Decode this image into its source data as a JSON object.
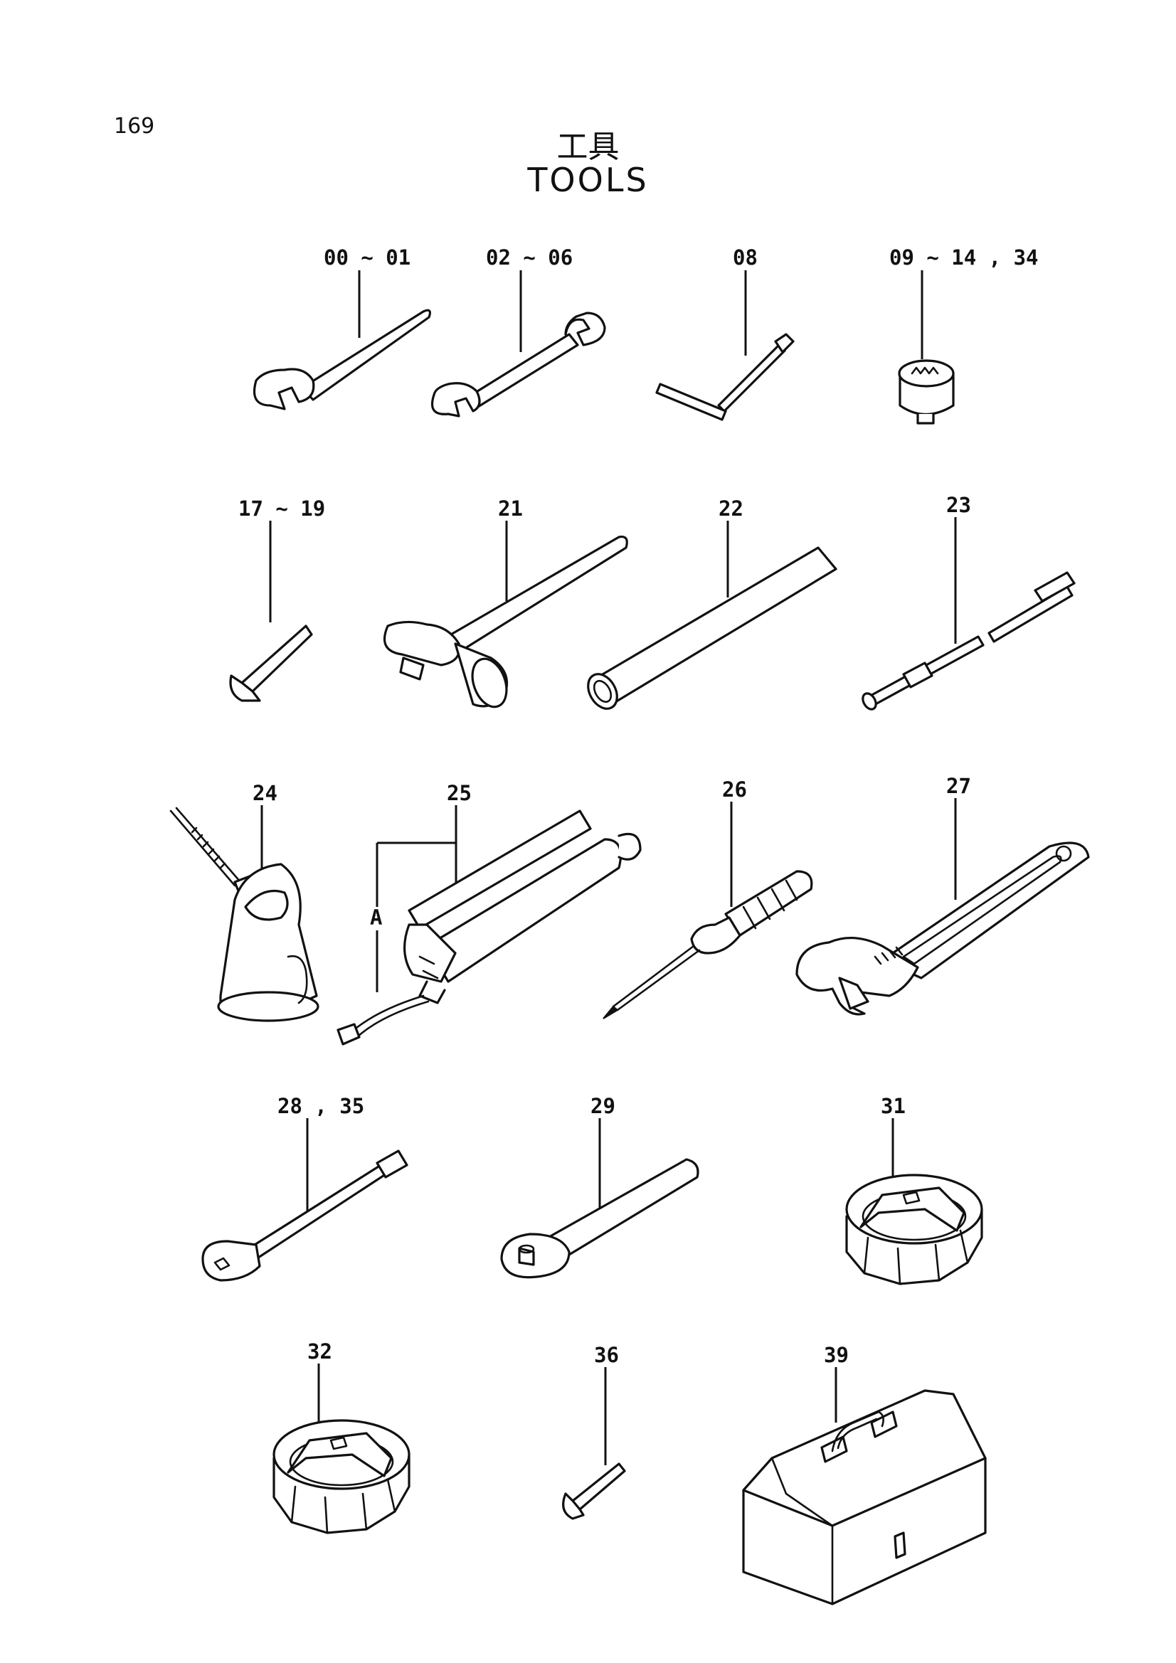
{
  "page_number": "169",
  "title_jp": "工具",
  "title_en": "TOOLS",
  "callouts": {
    "c00_01": "00 ~ 01",
    "c02_06": "02 ~ 06",
    "c08": "08",
    "c09_14_34": "09 ~ 14 , 34",
    "c17_19": "17 ~ 19",
    "c21": "21",
    "c22": "22",
    "c23": "23",
    "c24": "24",
    "c25": "25",
    "c26": "26",
    "c27": "27",
    "c28_35": "28 , 35",
    "c29": "29",
    "c31": "31",
    "c32": "32",
    "c36": "36",
    "c39": "39",
    "sub_a": "A"
  }
}
